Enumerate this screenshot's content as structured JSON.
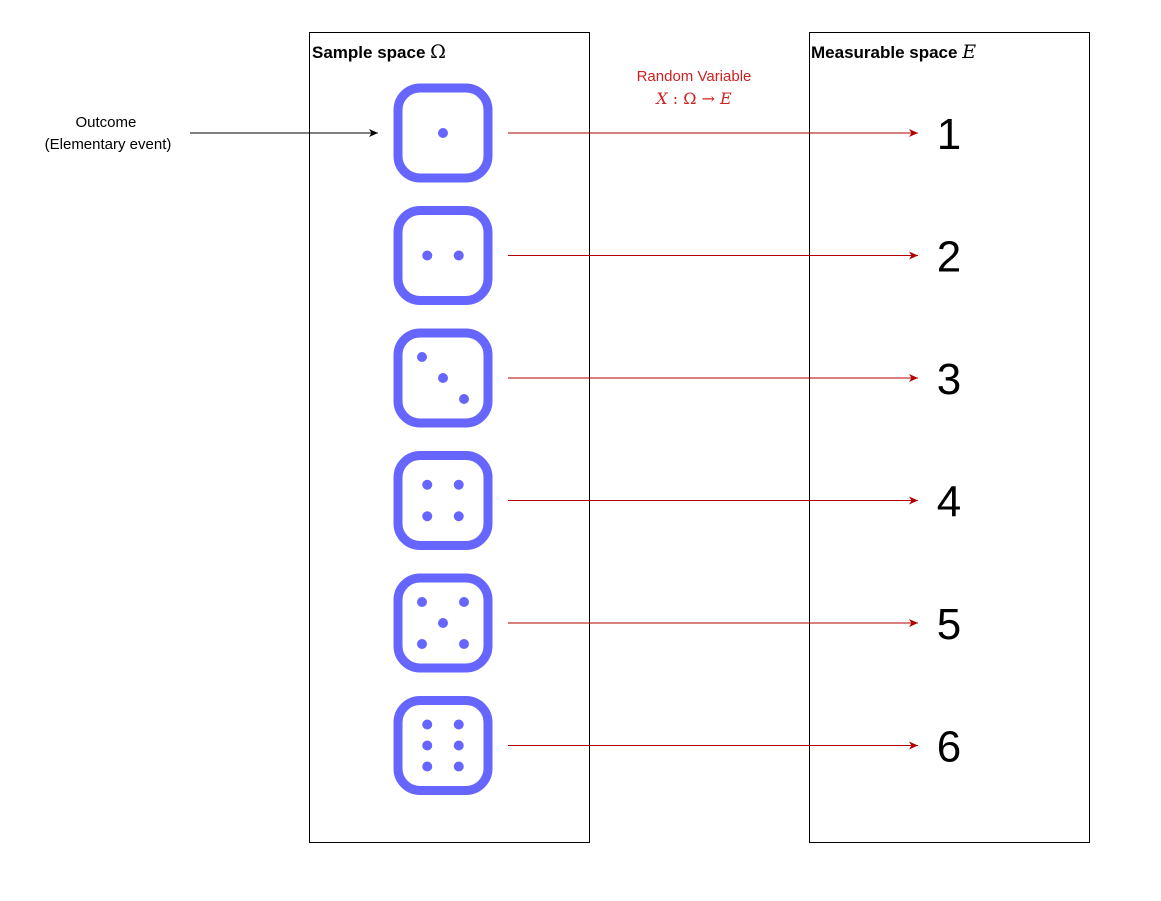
{
  "colors": {
    "die": "#6666ff",
    "mapping_arrow": "#b20000",
    "mapping_label": "#cc2222",
    "outline": "#000000"
  },
  "sample_space": {
    "title_text": "Sample space ",
    "title_symbol": "Ω"
  },
  "measurable_space": {
    "title_text": "Measurable space ",
    "title_symbol": "E"
  },
  "outcome_label": {
    "line1": "Outcome",
    "line2": "(Elementary event)"
  },
  "random_variable": {
    "label": "Random Variable",
    "formula_X": "X",
    "formula_sep": " : ",
    "formula_omega": "Ω",
    "formula_arrow": " → ",
    "formula_E": "E"
  },
  "outcomes": [
    {
      "die_face": 1,
      "value": "1"
    },
    {
      "die_face": 2,
      "value": "2"
    },
    {
      "die_face": 3,
      "value": "3"
    },
    {
      "die_face": 4,
      "value": "4"
    },
    {
      "die_face": 5,
      "value": "5"
    },
    {
      "die_face": 6,
      "value": "6"
    }
  ]
}
